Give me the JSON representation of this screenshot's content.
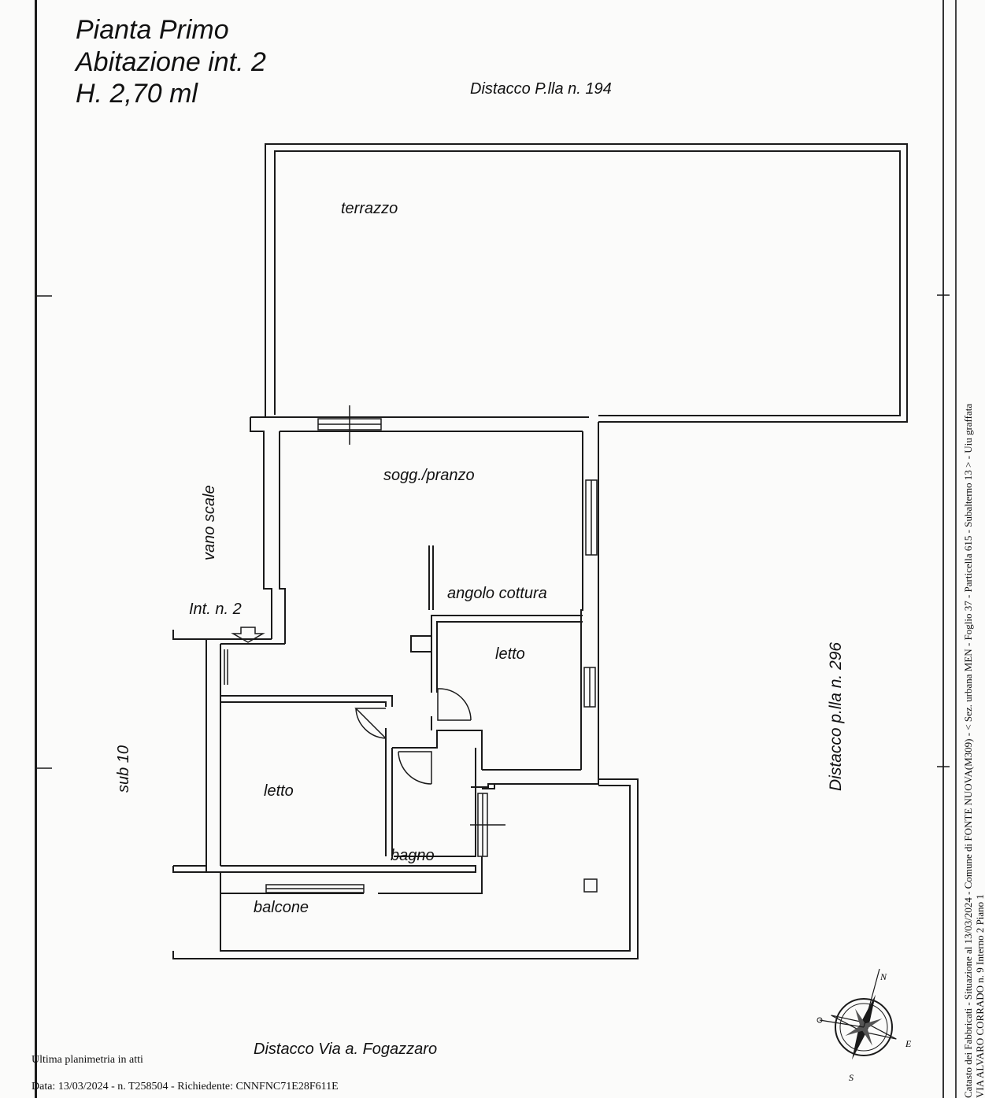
{
  "title": {
    "line1": "Pianta Primo",
    "line2": "Abitazione int. 2",
    "line3": "H. 2,70 ml"
  },
  "neighbors": {
    "north": "Distacco P.lla n. 194",
    "east": "Distacco p.lla n. 296",
    "south": "Distacco Via a. Fogazzaro",
    "west": "sub 10"
  },
  "rooms": {
    "terrace": "terrazzo",
    "living": "sogg./pranzo",
    "kitchen": "angolo cottura",
    "bedroom_right": "letto",
    "bedroom_left": "letto",
    "bathroom": "bagno",
    "balcony": "balcone",
    "stairwell": "vano scale"
  },
  "entrance_label": "Int. n. 2",
  "footer": {
    "line1": "Ultima planimetria in atti",
    "line2": "Data: 13/03/2024 - n. T258504 - Richiedente: CNNFNC71E28F611E"
  },
  "side_info": {
    "line1": "Catasto dei Fabbricati - Situazione al 13/03/2024 - Comune di FONTE NUOVA(M309) - < Sez. urbana MEN - Foglio 37 - Particella 615 - Subalterno 13 > - Uiu graffata",
    "line2": "VIA ALVARO CORRADO n. 9 Interno 2 Piano 1"
  },
  "compass": {
    "north": "N",
    "east": "E",
    "south": "S"
  }
}
